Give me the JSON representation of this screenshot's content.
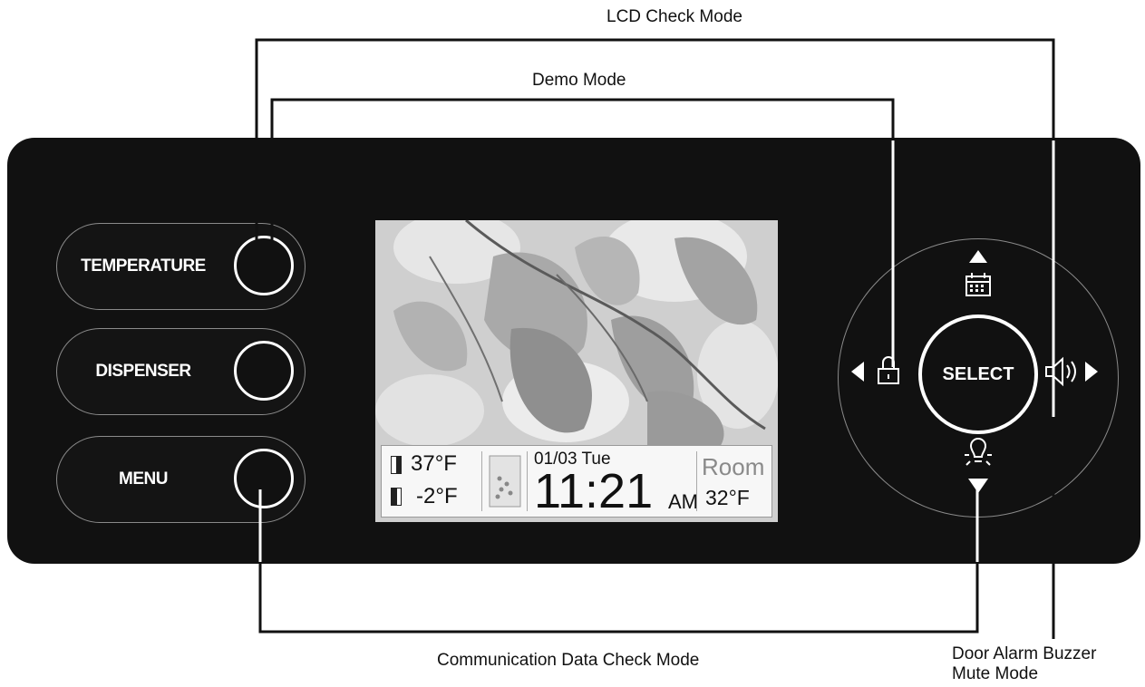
{
  "callouts": {
    "lcd_check": "LCD Check Mode",
    "demo": "Demo Mode",
    "comm_check": "Communication Data Check Mode",
    "door_alarm_line1": "Door Alarm Buzzer",
    "door_alarm_line2": "Mute Mode"
  },
  "buttons": {
    "temperature": "TEMPERATURE",
    "dispenser": "DISPENSER",
    "menu": "MENU",
    "select": "SELECT"
  },
  "display": {
    "fridge_temp": "37°F",
    "freezer_temp": "-2°F",
    "date": "01/03 Tue",
    "time": "11:21",
    "ampm": "AM",
    "room_label": "Room",
    "room_temp": "32°F"
  },
  "icons": {
    "up": "arrow-up-icon",
    "down": "arrow-down-icon",
    "left": "arrow-left-icon",
    "right": "arrow-right-icon",
    "calendar": "calendar-icon",
    "lock": "lock-icon",
    "speaker": "speaker-icon",
    "light": "light-bulb-icon"
  }
}
